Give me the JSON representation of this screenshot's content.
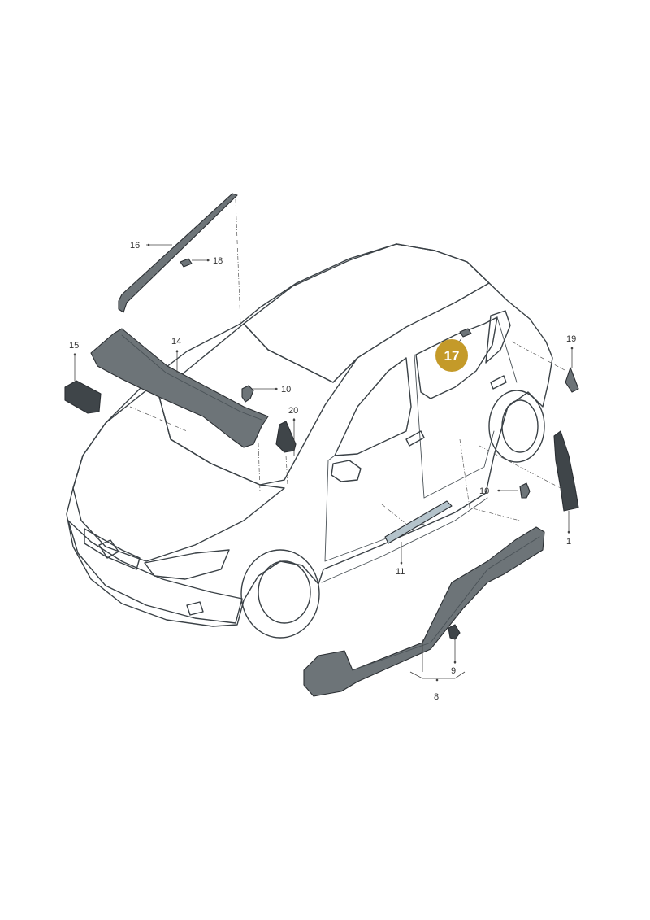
{
  "colors": {
    "body": "#cfdbe1",
    "body_shade": "#b4c3cb",
    "glass": "#bccbd3",
    "part_dark": "#3f4549",
    "part_mid": "#6d7478",
    "outline": "#3a4146",
    "highlight_badge": "#c49a29"
  },
  "callouts": [
    {
      "id": "1",
      "label": "1"
    },
    {
      "id": "8",
      "label": "8"
    },
    {
      "id": "9",
      "label": "9"
    },
    {
      "id": "10a",
      "label": "10"
    },
    {
      "id": "10b",
      "label": "10"
    },
    {
      "id": "11",
      "label": "11"
    },
    {
      "id": "14",
      "label": "14"
    },
    {
      "id": "15",
      "label": "15"
    },
    {
      "id": "16",
      "label": "16"
    },
    {
      "id": "18",
      "label": "18"
    },
    {
      "id": "19",
      "label": "19"
    },
    {
      "id": "20",
      "label": "20"
    }
  ],
  "highlight": {
    "label": "17"
  }
}
